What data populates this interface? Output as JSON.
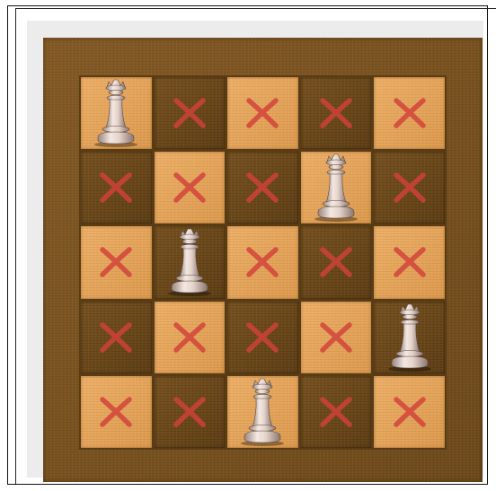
{
  "board": {
    "size": 5,
    "cells": [
      [
        "Q",
        "X",
        "X",
        "X",
        "X"
      ],
      [
        "X",
        "X",
        "X",
        "Q",
        "X"
      ],
      [
        "X",
        "Q",
        "X",
        "X",
        "X"
      ],
      [
        "X",
        "X",
        "X",
        "X",
        "Q"
      ],
      [
        "X",
        "X",
        "Q",
        "X",
        "X"
      ]
    ]
  },
  "pieces": {
    "Q": "queen-icon",
    "X": "cross-mark-icon"
  },
  "colors": {
    "light_square": "#e9a85c",
    "dark_square": "#6e4b1c",
    "board_frame": "#7a5320",
    "cross_mark": "#d2413a",
    "piece": "#e8d8d0"
  }
}
